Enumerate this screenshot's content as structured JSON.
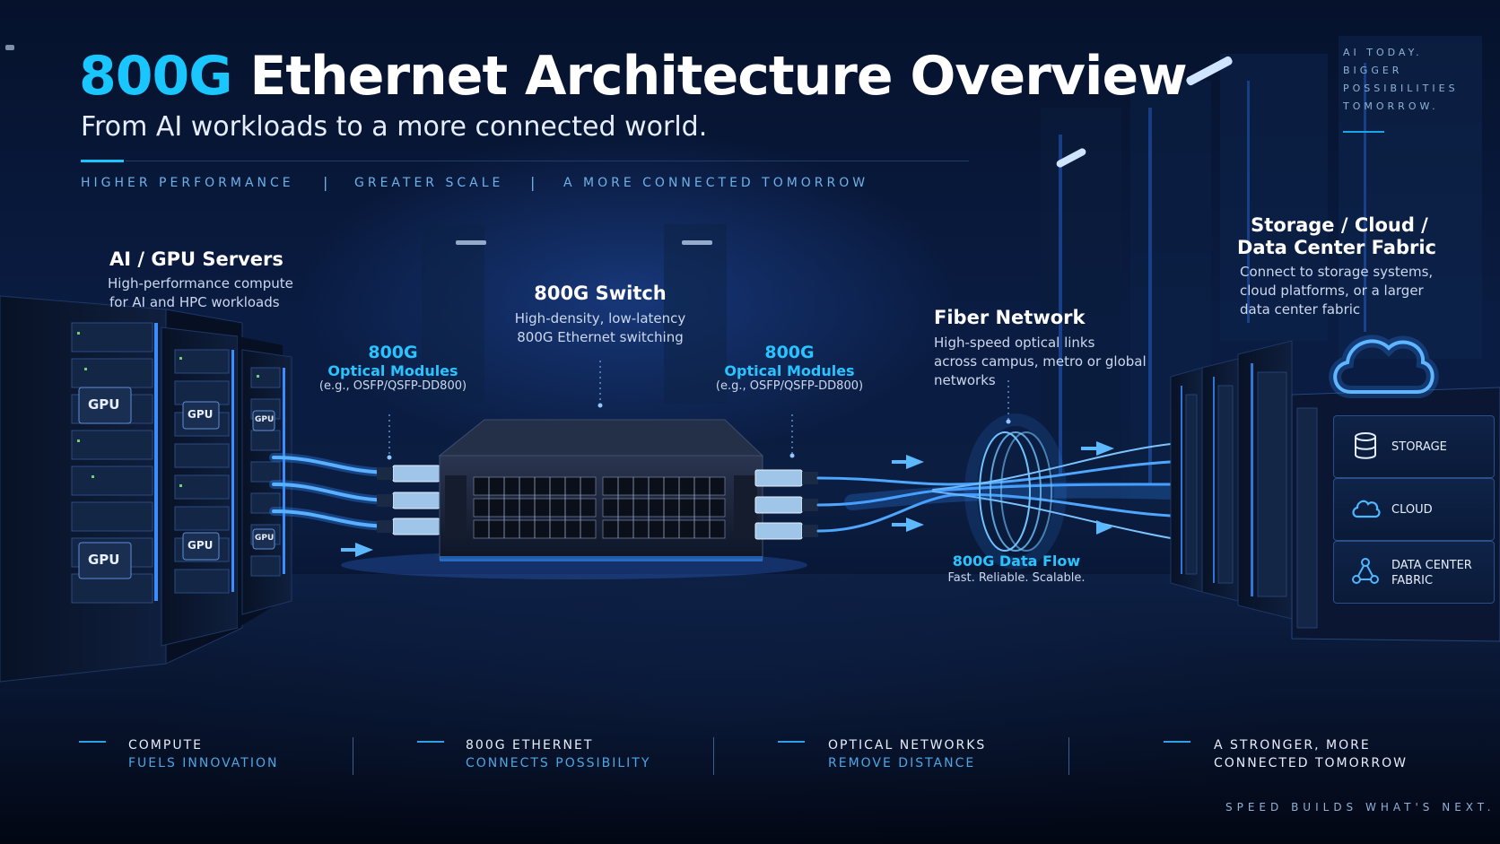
{
  "title": {
    "accent": "800G",
    "rest": "Ethernet Architecture Overview"
  },
  "subtitle": "From AI workloads to a more connected world.",
  "tags": [
    "HIGHER PERFORMANCE",
    "GREATER SCALE",
    "A MORE CONNECTED TOMORROW"
  ],
  "separator": "|",
  "corner_note": [
    "AI TODAY.",
    "BIGGER",
    "POSSIBILITIES",
    "TOMORROW."
  ],
  "servers": {
    "title": "AI / GPU Servers",
    "desc": [
      "High-performance compute",
      "for AI and HPC workloads"
    ],
    "gpu_label": "GPU"
  },
  "optics_left": {
    "title": "800G",
    "subtitle": "Optical Modules",
    "note": "(e.g., OSFP/QSFP-DD800)"
  },
  "switch": {
    "title": "800G Switch",
    "desc": [
      "High-density, low-latency",
      "800G Ethernet switching"
    ]
  },
  "optics_right": {
    "title": "800G",
    "subtitle": "Optical Modules",
    "note": "(e.g., OSFP/QSFP-DD800)"
  },
  "fiber": {
    "title": "Fiber Network",
    "desc": [
      "High-speed optical links",
      "across campus, metro or global",
      "networks"
    ]
  },
  "data_flow": {
    "title": "800G Data Flow",
    "desc": "Fast. Reliable. Scalable."
  },
  "storage": {
    "title": [
      "Storage / Cloud /",
      "Data Center Fabric"
    ],
    "desc": [
      "Connect to storage systems,",
      "cloud platforms, or a larger",
      "data center fabric"
    ],
    "panels": [
      {
        "label": "STORAGE",
        "icon": "database-icon"
      },
      {
        "label": "CLOUD",
        "icon": "cloud-icon"
      },
      {
        "label": "DATA CENTER",
        "label2": "FABRIC",
        "icon": "network-icon"
      }
    ]
  },
  "bottom": [
    {
      "line1": "COMPUTE",
      "line2": "FUELS INNOVATION"
    },
    {
      "line1": "800G ETHERNET",
      "line2": "CONNECTS POSSIBILITY"
    },
    {
      "line1": "OPTICAL NETWORKS",
      "line2": "REMOVE DISTANCE"
    },
    {
      "line1": "A STRONGER, MORE",
      "line2": "CONNECTED TOMORROW"
    }
  ],
  "tagline": "SPEED BUILDS WHAT'S NEXT.",
  "colors": {
    "accent": "#19c6ff",
    "glow": "#2f8cff",
    "background": "#06122c"
  }
}
